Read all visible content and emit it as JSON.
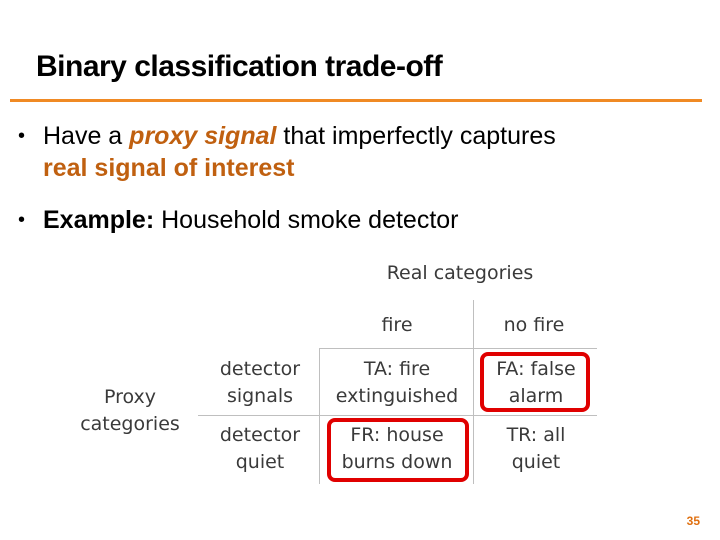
{
  "slide": {
    "title": "Binary classification trade-off",
    "bullet1": {
      "pre": "Have a ",
      "proxy": "proxy signal",
      "mid": " that imperfectly captures",
      "real": "real signal of interest"
    },
    "bullet2": {
      "label": "Example:",
      "text": " Household smoke detector"
    },
    "page_number": "35"
  },
  "table": {
    "real_header": "Real categories",
    "col_fire": "fire",
    "col_no_fire": "no fire",
    "proxy_header_1": "Proxy",
    "proxy_header_2": "categories",
    "row_signals_1": "detector",
    "row_signals_2": "signals",
    "row_quiet_1": "detector",
    "row_quiet_2": "quiet",
    "ta_1": "TA: fire",
    "ta_2": "extinguished",
    "fa_1": "FA: false",
    "fa_2": "alarm",
    "fr_1": "FR: house",
    "fr_2": "burns down",
    "tr_1": "TR: all",
    "tr_2": "quiet"
  },
  "colors": {
    "accent": "#f08a24",
    "highlight_box": "#e00000",
    "page_number": "#e07010"
  }
}
